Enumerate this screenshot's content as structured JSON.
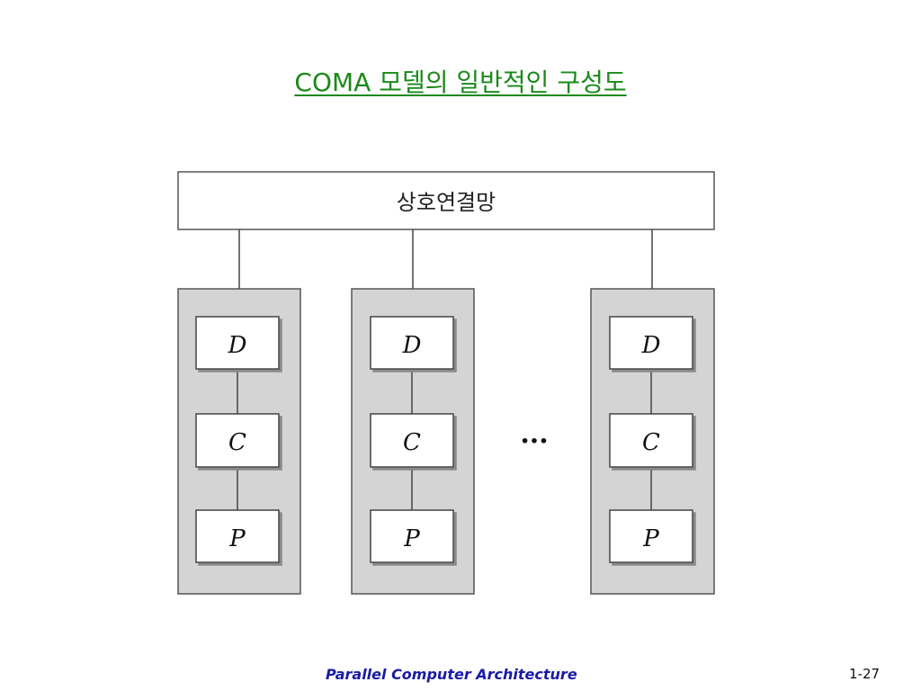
{
  "slide": {
    "title": "COMA 모델의 일반적인 구성도",
    "footer": "Parallel Computer Architecture",
    "page_number": "1-27"
  },
  "diagram": {
    "interconnect_label": "상호연결망",
    "nodes": [
      {
        "components": [
          "D",
          "C",
          "P"
        ]
      },
      {
        "components": [
          "D",
          "C",
          "P"
        ]
      },
      {
        "components": [
          "D",
          "C",
          "P"
        ]
      }
    ],
    "ellipsis": "···"
  }
}
